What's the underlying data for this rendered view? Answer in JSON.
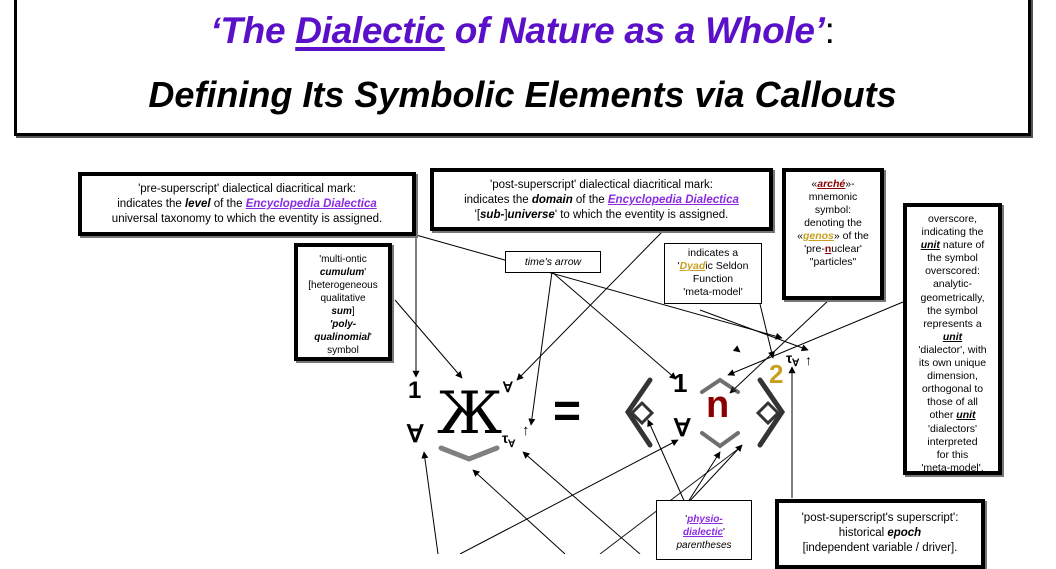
{
  "header": {
    "title_line1_open_quote": "‘",
    "title_line1_the": "The ",
    "title_line1_dialectic": "Dialectic",
    "title_line1_rest": " of Nature as a Whole",
    "title_line1_close": "’",
    "title_line1_colon": ":",
    "title_line2": "Defining Its Symbolic Elements via Callouts",
    "strip_colors": [
      "#5a0fc8",
      "#000000",
      "#8a10c0"
    ]
  },
  "callouts": {
    "pre_superscript": {
      "line1": "'pre-superscript' dialectical diacritical mark:",
      "indicates": "indicates the ",
      "emph": "level",
      "of_the": " of the ",
      "ed": "Encyclopedia Dialectica",
      "line3": "universal taxonomy to which the eventity is assigned."
    },
    "post_superscript": {
      "line1": "'post-superscript' dialectical diacritical mark:",
      "indicates": "indicates the ",
      "emph": "domain",
      "of_the": " of the ",
      "ed": "Encyclopedia Dialectica",
      "open": "'[",
      "sub": "sub-",
      "close_bracket": "]",
      "universe": "universe",
      "rest": "' to which the eventity is assigned."
    },
    "arche": {
      "open": "«",
      "arche": "arché",
      "close": "»-",
      "l2": "mnemonic",
      "l3": "symbol:",
      "l4": "denoting the",
      "genos_open": "«",
      "genos": "genos",
      "genos_close": "» of the",
      "pre": "'pre-",
      "n": "n",
      "uclear": "uclear'",
      "particles": "\"particles\""
    },
    "overscore": {
      "l1": "overscore,",
      "l2": "indicating the",
      "unit": "unit",
      "l3b": " nature of",
      "l4": "the symbol",
      "l5": "overscored:",
      "l6": "analytic-",
      "l7": "geometrically,",
      "l8": "the symbol",
      "l9": "represents a",
      "l11": "'dialector', with",
      "l12": "its own unique",
      "l13": "dimension,",
      "l14": "orthogonal to",
      "l15": "those of all",
      "l16a": "other ",
      "l17": "'dialectors'",
      "l18": "interpreted",
      "l19": "for this",
      "l20": "'meta-model'."
    },
    "cumulum": {
      "l1": "'multi-ontic",
      "cumulum": "cumulum",
      "l2b": "'",
      "l3": "[heterogeneous",
      "l4": "qualitative",
      "sum": "sum",
      "l5b": "]",
      "poly": "'poly-",
      "qualinomial": "qualinomial",
      "l7b": "'",
      "l8": "symbol"
    },
    "times_arrow": {
      "label": "time's arrow"
    },
    "dyadic": {
      "l1": "indicates a",
      "q": "'",
      "dyad": "Dyad",
      "ic": "ic Seldon",
      "l3": "Function",
      "l4": "'meta-model'"
    },
    "physio": {
      "q1": "'",
      "physio": "physio-",
      "dialectic": "dialectic",
      "q2": "'",
      "parentheses": "parentheses"
    },
    "epoch": {
      "l1": "'post-superscript's superscript':",
      "historical": "historical ",
      "epoch": "epoch",
      "l3": "[independent variable / driver]."
    }
  },
  "formula": {
    "pre_superscript": "1",
    "pre_subscript": "∀",
    "main_symbol": "Ж",
    "post_superscript": "∀",
    "post_subscript_tau": "τ",
    "post_subscript_forall": "∀",
    "arrow": "↑",
    "equals": "=",
    "rhs_pre_superscript": "1",
    "rhs_pre_subscript": "∀",
    "rhs_n": "n",
    "rhs_superscript": "2",
    "rhs_tau": "τ",
    "rhs_forall": "∀",
    "rhs_arrow": "↑",
    "colors": {
      "n": "#8b0000",
      "two": "#c8a020"
    }
  }
}
